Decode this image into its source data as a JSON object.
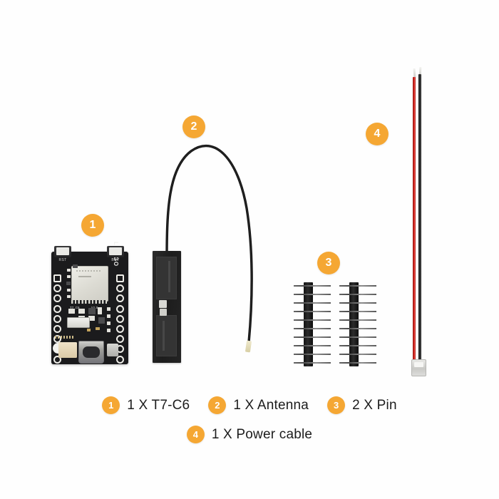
{
  "page": {
    "background_color": "#ffffff",
    "accent_color": "#f5a733",
    "product_name": "T7-C6"
  },
  "callouts": [
    {
      "number": "1",
      "target": "development-board"
    },
    {
      "number": "2",
      "target": "antenna"
    },
    {
      "number": "3",
      "target": "pin-headers"
    },
    {
      "number": "4",
      "target": "power-cable"
    }
  ],
  "board": {
    "brand": "LILYGO",
    "button_reset_label": "RST",
    "button_boot_label": "BOT",
    "silk_left": "T7_C6",
    "silk_right": "V1.0"
  },
  "legend": {
    "rows": [
      [
        {
          "number": "1",
          "text": "1 X T7-C6"
        },
        {
          "number": "2",
          "text": "1 X  Antenna"
        },
        {
          "number": "3",
          "text": "2 X Pin"
        }
      ],
      [
        {
          "number": "4",
          "text": "1 X Power cable"
        }
      ]
    ]
  }
}
